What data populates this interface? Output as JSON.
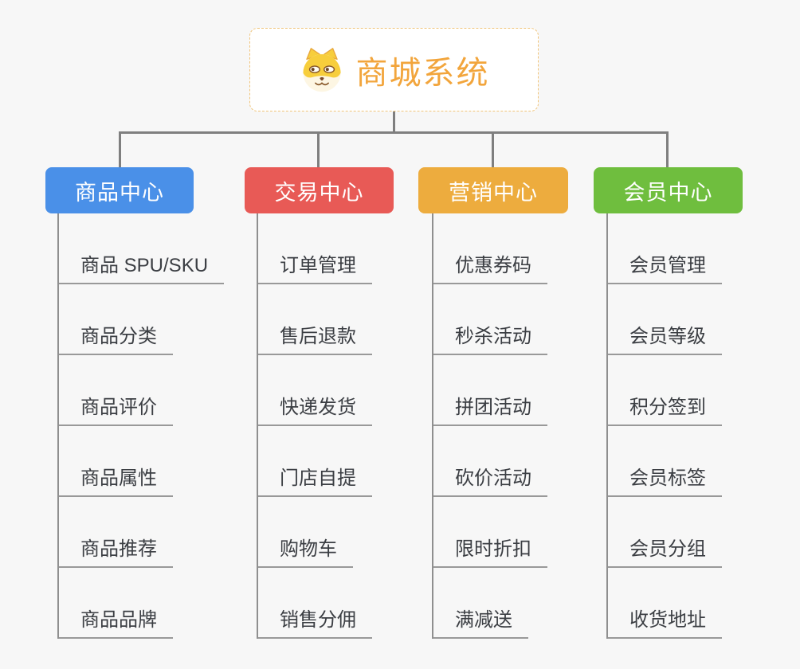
{
  "page": {
    "background": "#f7f7f7",
    "connector_color": "#7f7f7f",
    "leaf_line_color": "#999999",
    "leaf_text_color": "#3b3e43"
  },
  "root": {
    "label": "商城系统",
    "text_color": "#f2a53c",
    "border_color": "#f0c47a",
    "background": "#ffffff",
    "icon": "shiba-dog-icon"
  },
  "branches": [
    {
      "label": "商品中心",
      "color": "#4a90e8",
      "children": [
        "商品 SPU/SKU",
        "商品分类",
        "商品评价",
        "商品属性",
        "商品推荐",
        "商品品牌"
      ]
    },
    {
      "label": "交易中心",
      "color": "#e85a56",
      "children": [
        "订单管理",
        "售后退款",
        "快递发货",
        "门店自提",
        "购物车",
        "销售分佣"
      ]
    },
    {
      "label": "营销中心",
      "color": "#edac3e",
      "children": [
        "优惠券码",
        "秒杀活动",
        "拼团活动",
        "砍价活动",
        "限时折扣",
        "满减送"
      ]
    },
    {
      "label": "会员中心",
      "color": "#6fbe3e",
      "children": [
        "会员管理",
        "会员等级",
        "积分签到",
        "会员标签",
        "会员分组",
        "收货地址"
      ]
    }
  ]
}
